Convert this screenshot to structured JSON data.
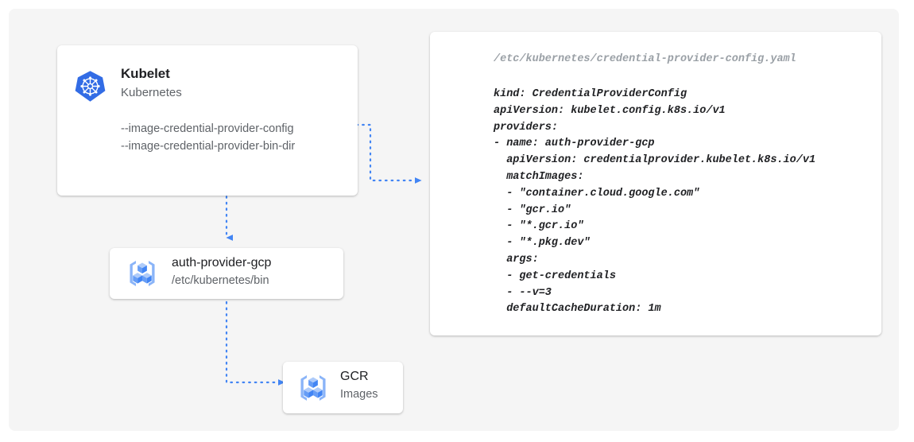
{
  "theme": {
    "canvas_bg": "#f5f5f5",
    "card_bg": "#ffffff",
    "accent_blue": "#4285f4",
    "k8s_blue": "#326ce5",
    "text_primary": "#202124",
    "text_secondary": "#5f6368",
    "code_path_color": "#9aa0a6"
  },
  "kubelet": {
    "icon": "kubernetes-logo-icon",
    "title": "Kubelet",
    "subtitle": "Kubernetes",
    "flags": [
      "--image-credential-provider-config",
      "--image-credential-provider-bin-dir"
    ]
  },
  "auth_provider": {
    "icon": "gcp-container-registry-icon",
    "title": "auth-provider-gcp",
    "subtitle": "/etc/kubernetes/bin"
  },
  "gcr": {
    "icon": "gcp-container-registry-icon",
    "title": "GCR",
    "subtitle": "Images"
  },
  "code": {
    "path": "/etc/kubernetes/credential-provider-config.yaml",
    "lines": [
      "kind: CredentialProviderConfig",
      "apiVersion: kubelet.config.k8s.io/v1",
      "providers:",
      "- name: auth-provider-gcp",
      "  apiVersion: credentialprovider.kubelet.k8s.io/v1",
      "  matchImages:",
      "  - \"container.cloud.google.com\"",
      "  - \"gcr.io\"",
      "  - \"*.gcr.io\"",
      "  - \"*.pkg.dev\"",
      "  args:",
      "  - get-credentials",
      "  - --v=3",
      "  defaultCacheDuration: 1m"
    ]
  },
  "connectors": [
    {
      "name": "kubelet-config-to-code",
      "from": "kubelet-config-flag",
      "to": "code-card",
      "style": "dotted",
      "arrow": true
    },
    {
      "name": "kubelet-to-auth-provider",
      "from": "kubelet-card",
      "to": "auth-provider-card",
      "style": "dotted",
      "arrow": true
    },
    {
      "name": "auth-provider-to-gcr",
      "from": "auth-provider-card",
      "to": "gcr-card",
      "style": "dotted",
      "arrow": true
    }
  ]
}
